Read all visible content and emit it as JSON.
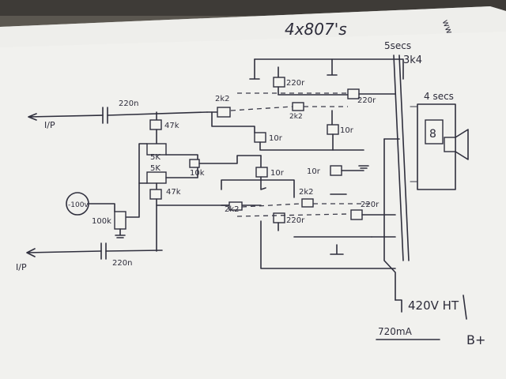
{
  "title": "4x807's",
  "corner_mark": "ww",
  "labels": {
    "input_top": "I/P",
    "input_bottom": "I/P",
    "cap_top": "220n",
    "cap_bottom": "220n",
    "r_47k_top": "47k",
    "r_47k_bottom": "47k",
    "r_5k_top": "5K",
    "r_5k_bottom": "5K",
    "r_10k": "10k",
    "pot_100k": "100k",
    "bias": "-100v",
    "r_220r_1": "220r",
    "r_220r_2": "220r",
    "r_220r_3": "220r",
    "r_220r_4": "220r",
    "r_2k2_1": "2k2",
    "r_2k2_2": "2k2",
    "r_2k2_3": "2k2",
    "r_2k2_4": "2k2",
    "r_10r_1": "10r",
    "r_10r_2": "10r",
    "r_10r_3": "10r",
    "r_10r_4": "10r",
    "primary_secs": "5secs",
    "primary_imp": "3k4",
    "secondary_secs": "4 secs",
    "speaker_imp": "8",
    "ht_supply": "420V HT",
    "current": "720mA",
    "bplus": "B+"
  },
  "colors": {
    "paper": "#f1f1ee",
    "ink": "#2f2f3d",
    "background": "#5b5750"
  }
}
